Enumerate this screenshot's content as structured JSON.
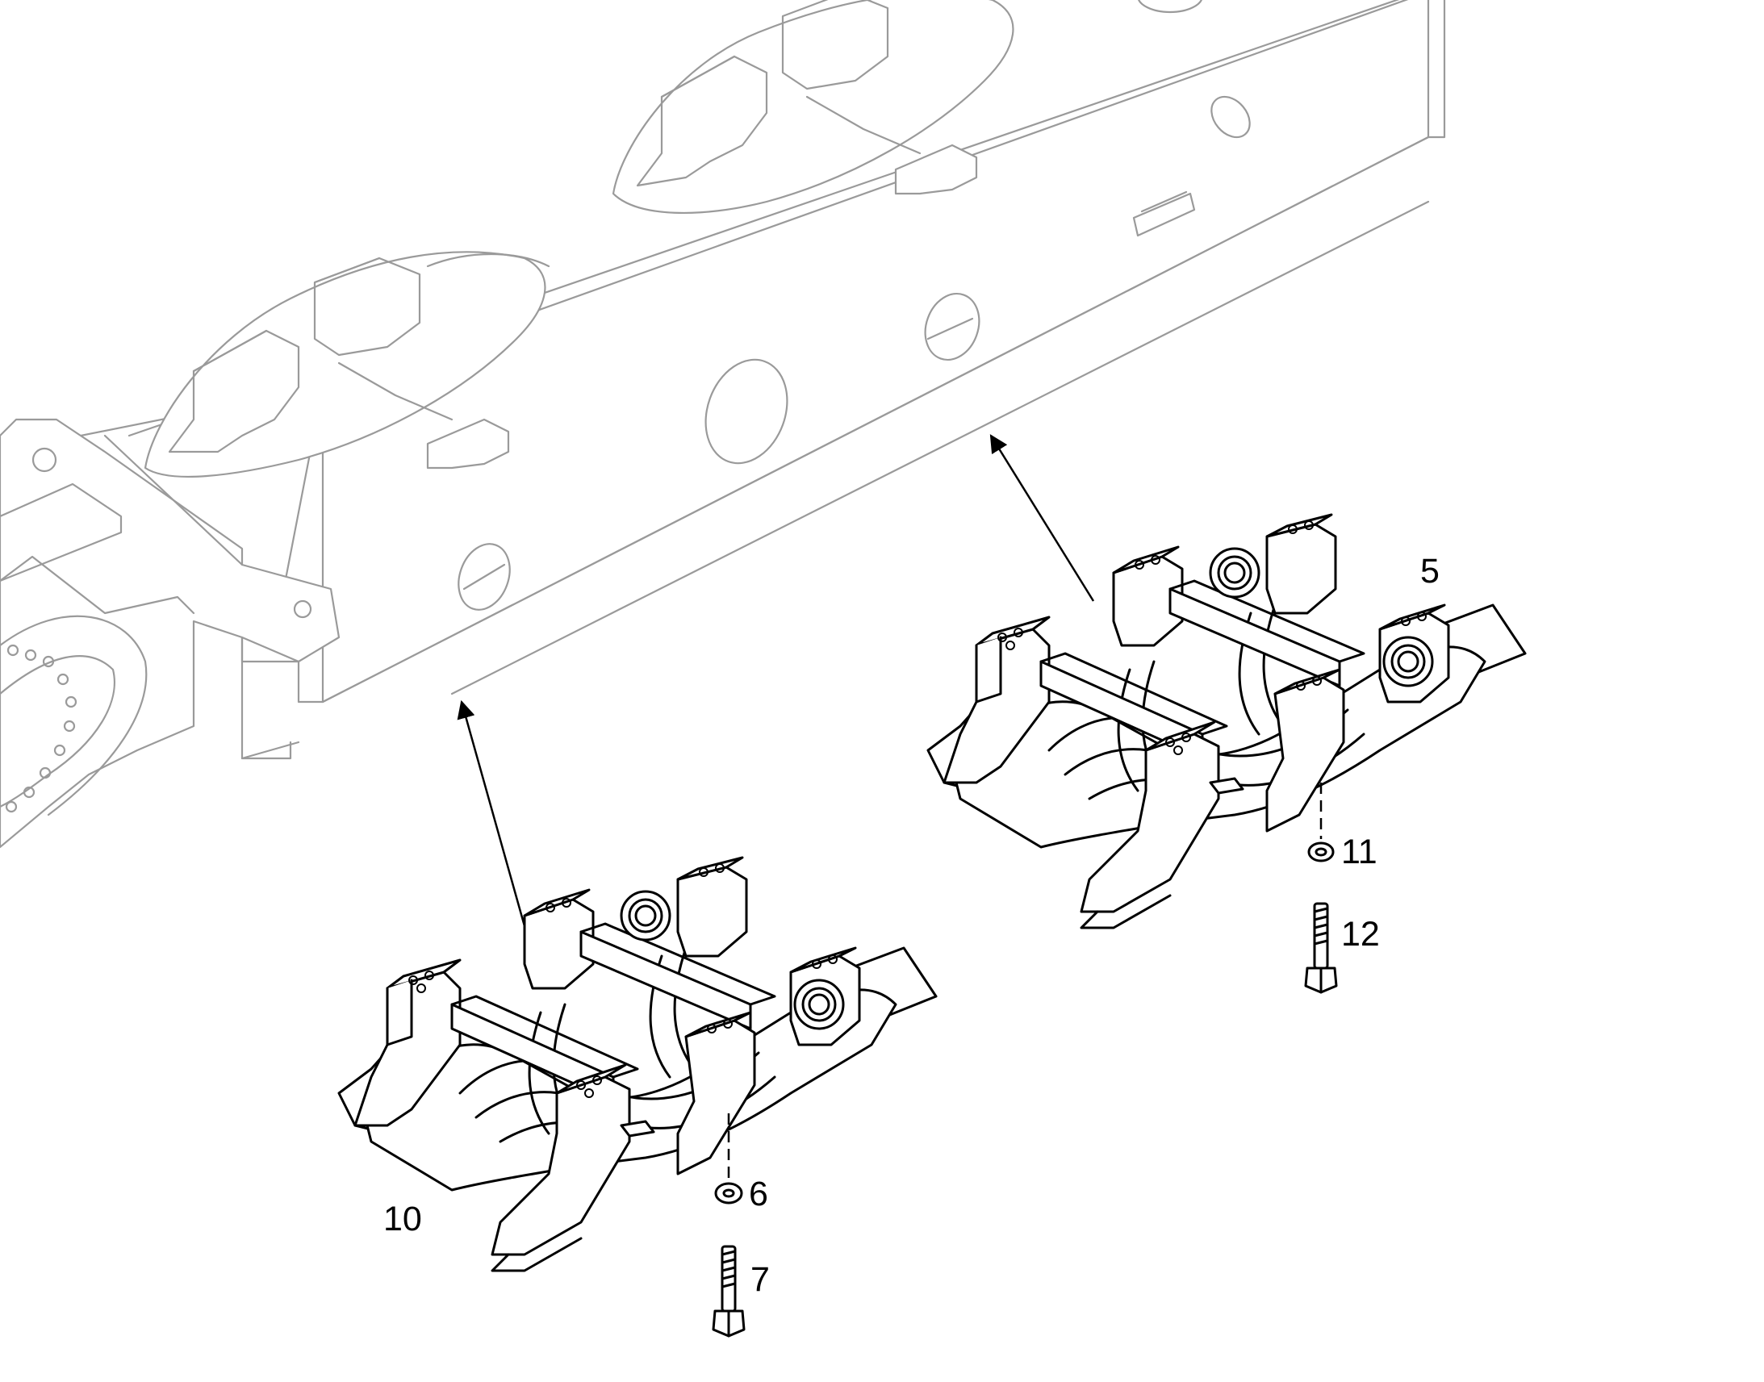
{
  "callouts": {
    "c5": "5",
    "c6": "6",
    "c7": "7",
    "c10": "10",
    "c11": "11",
    "c12": "12"
  },
  "colors": {
    "frame_stroke": "#9a9a9a",
    "part_stroke": "#000000",
    "background": "#ffffff"
  }
}
